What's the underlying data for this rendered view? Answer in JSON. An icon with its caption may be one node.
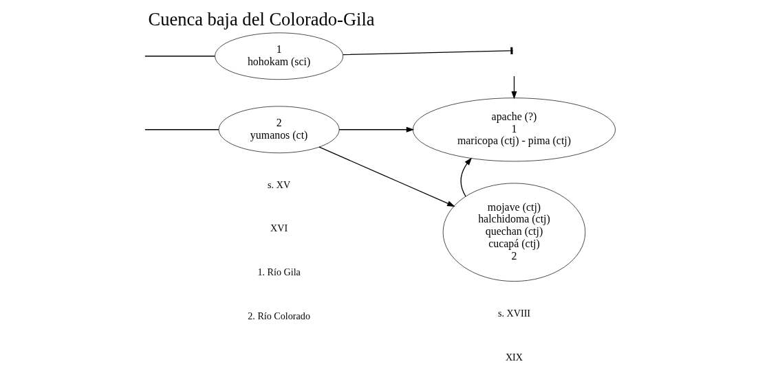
{
  "diagram": {
    "title": "Cuenca baja del Colorado-Gila",
    "nodes": [
      {
        "text": [
          "1",
          "hohokam (sci)"
        ]
      },
      {
        "text": [
          "2",
          "yumanos (ct)"
        ]
      },
      {
        "text": [
          "apache (?)",
          "1",
          "maricopa (ctj) - pima (ctj)"
        ]
      },
      {
        "text": [
          "mojave (ctj)",
          "halchidoma (ctj)",
          "quechan (ctj)",
          "cucapá (ctj)",
          "2"
        ]
      }
    ],
    "edges": [
      {
        "from": 0,
        "to": null,
        "arrow": "other"
      },
      {
        "from": null,
        "to": 0,
        "arrow": "none"
      },
      {
        "from": null,
        "to": 1,
        "arrow": "none"
      },
      {
        "from": 1,
        "to": 2,
        "arrow": "to"
      },
      {
        "from": 1,
        "to": 3,
        "arrow": "to"
      },
      {
        "from": null,
        "to": 2,
        "arrow": "to"
      },
      {
        "from": 3,
        "to": 2,
        "arrow": "to"
      }
    ],
    "labels": [
      "s. XV",
      "XVI",
      "s. XVIII",
      "XIX",
      "1. Río Gila",
      "2. Río Colorado"
    ]
  }
}
